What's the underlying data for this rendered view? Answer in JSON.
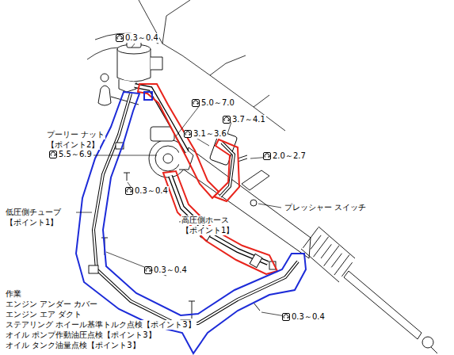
{
  "diagram": {
    "labels": [
      "0.3～0.4",
      "5.0～7.0",
      "3.7～4.1",
      "3.1～3.6",
      "2.0～2.7",
      "プーリー ナット",
      "【ポイント2】",
      "5.5～6.9",
      "0.3～0.4",
      "プレッシャー スイッチ",
      "低圧側チューブ",
      "【ポイント1】",
      "高圧側ホース",
      "【ポイント1】",
      "0.3～0.4",
      "0.3～0.4",
      "作業",
      "エンジン アンダー カバー",
      "エンジン エア ダクト",
      "ステアリング ホイール基準トルク点検【ポイント3】",
      "オイル ポンプ作動油圧点検【ポイント3】",
      "オイル タンク油量点検【ポイント3】"
    ]
  }
}
